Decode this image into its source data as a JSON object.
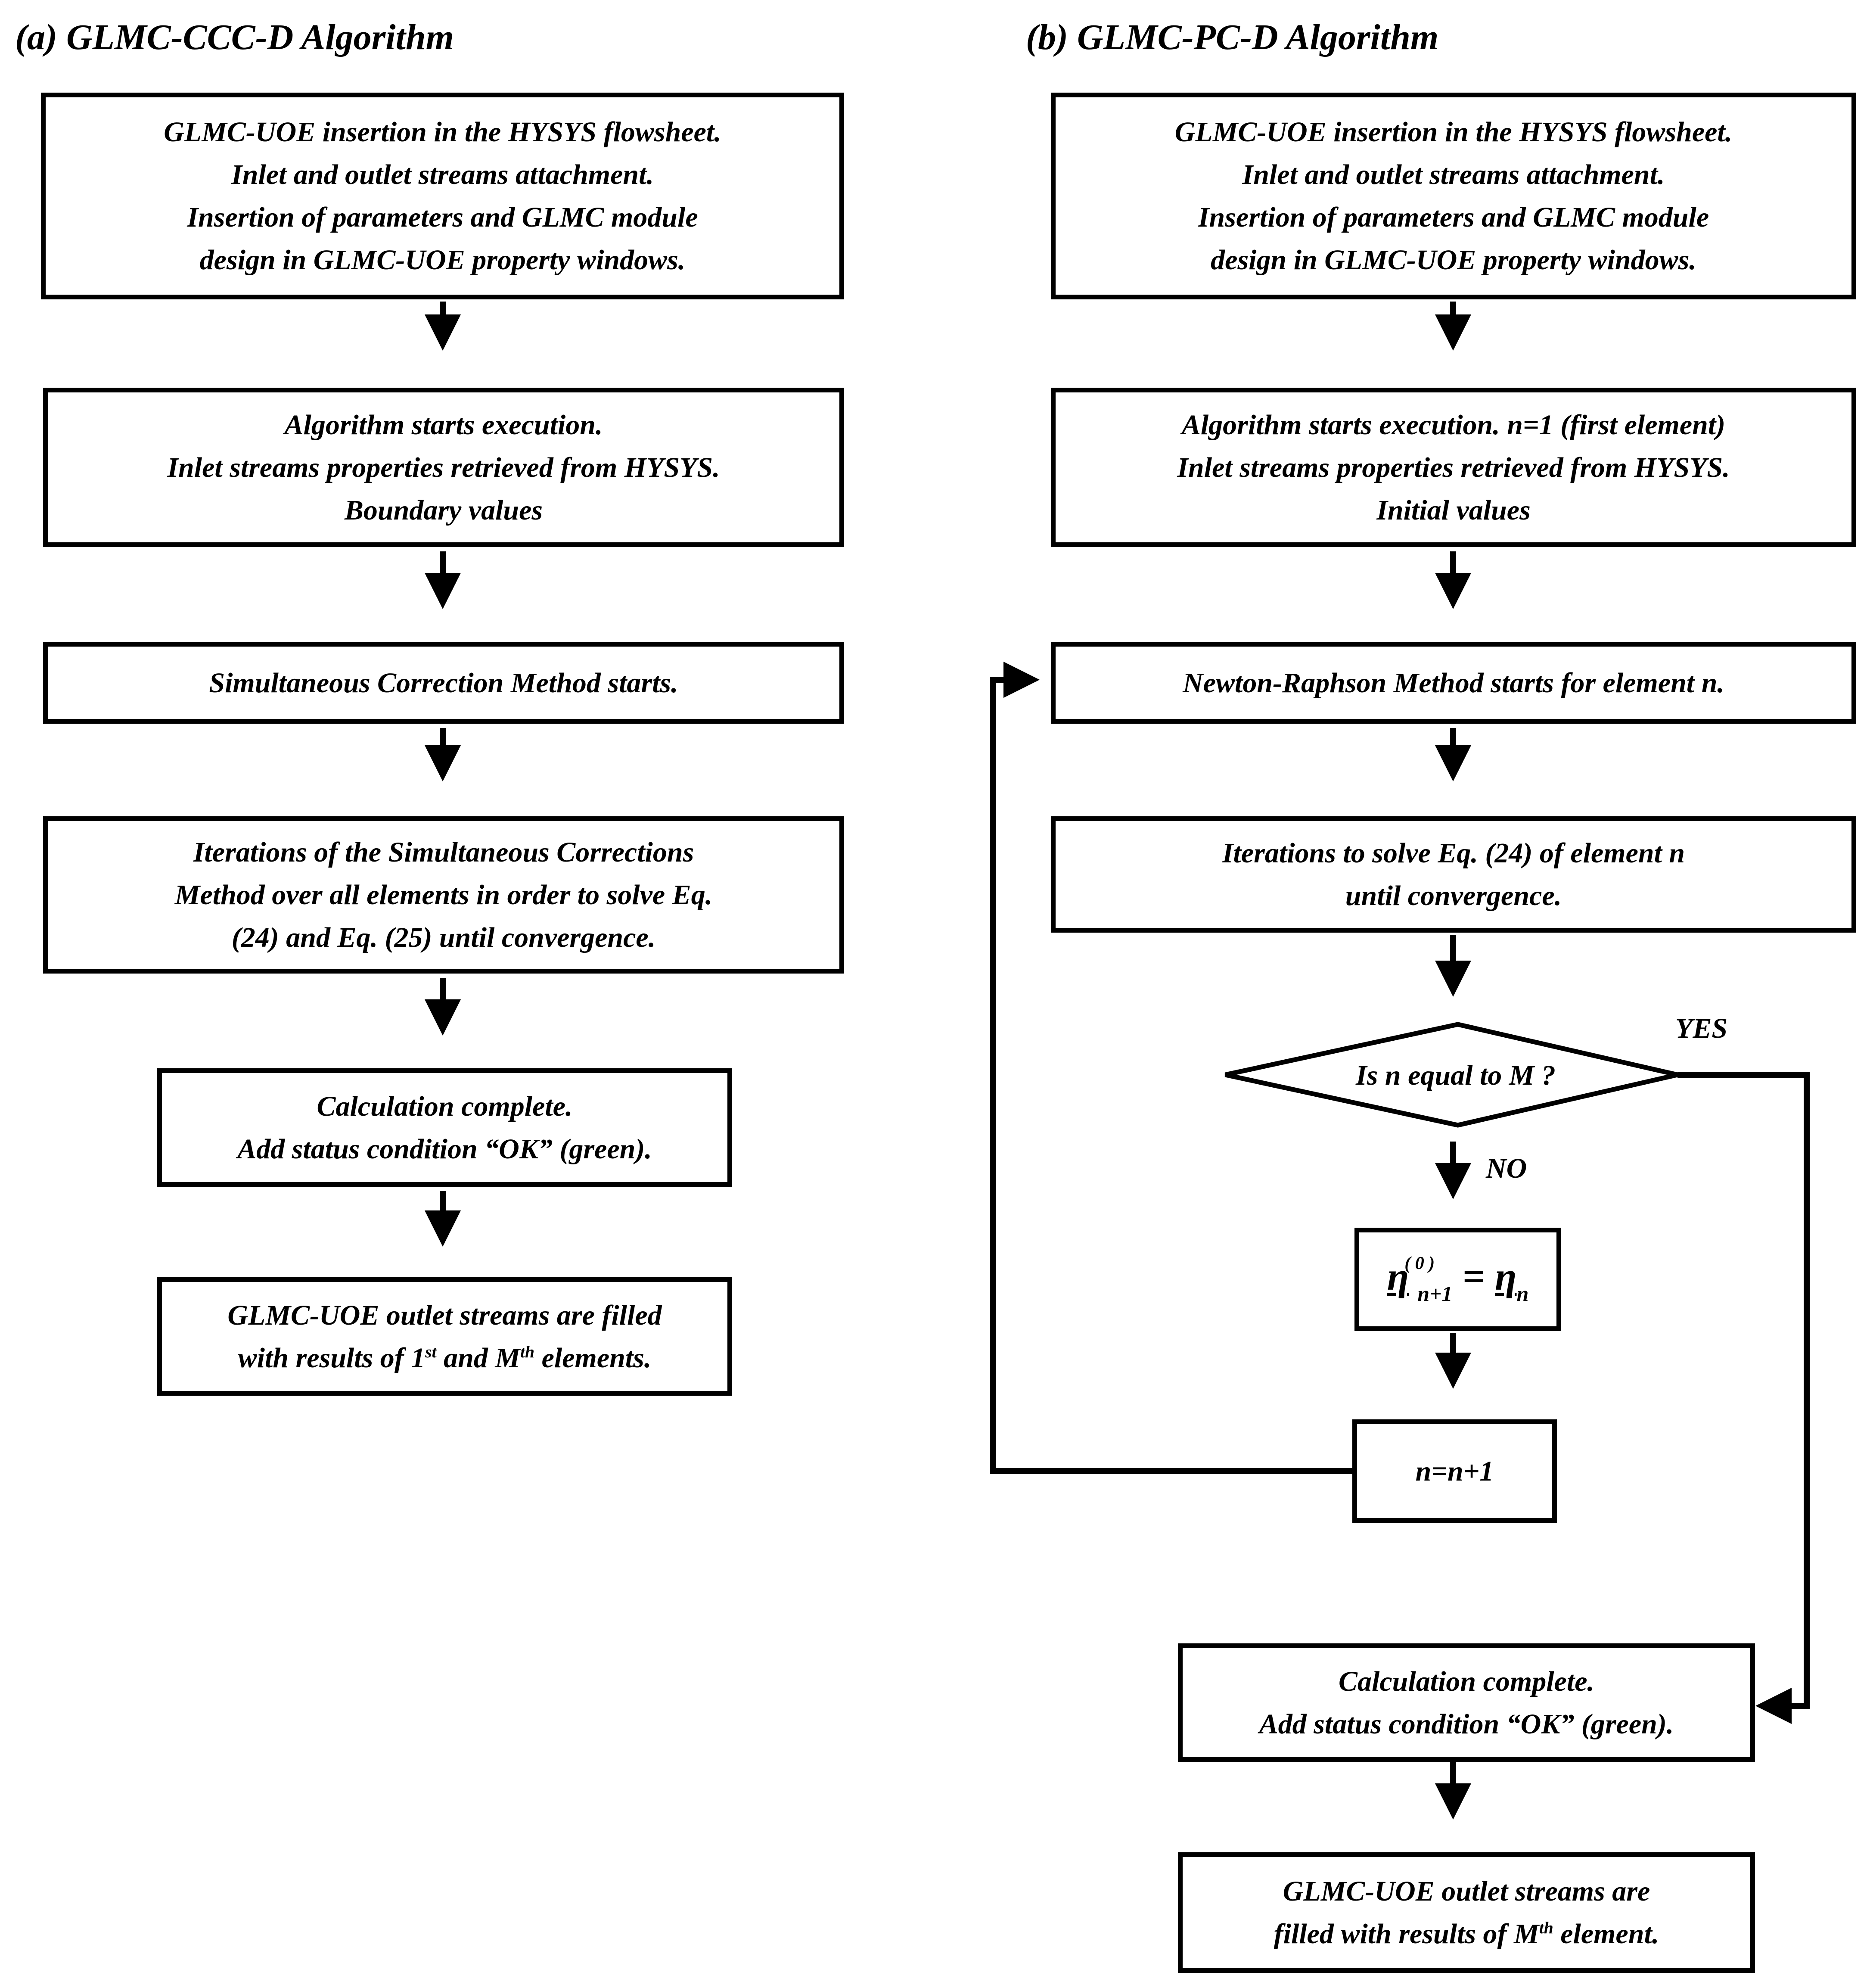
{
  "panel_a": {
    "title": "(a)  GLMC-CCC-D Algorithm",
    "box1": [
      "GLMC-UOE  insertion in the HYSYS  flowsheet.",
      "Inlet and outlet streams attachment.",
      "Insertion of parameters and GLMC module",
      "design in GLMC-UOE  property windows."
    ],
    "box2": [
      "Algorithm starts execution.",
      "Inlet streams properties retrieved from HYSYS.",
      "Boundary values"
    ],
    "box3": [
      "Simultaneous Correction Method starts."
    ],
    "box4": [
      "Iterations of the Simultaneous Corrections",
      "Method over all elements in order to solve Eq.",
      "(24) and Eq. (25) until convergence."
    ],
    "box5": [
      "Calculation complete.",
      "Add status condition “OK” (green)."
    ],
    "box6": {
      "line1": "GLMC-UOE  outlet streams are filled",
      "line2_pre": "with results of 1",
      "line2_sup1": "st",
      "line2_mid": " and M",
      "line2_sup2": "th",
      "line2_post": " elements."
    }
  },
  "panel_b": {
    "title": "(b)  GLMC-PC-D Algorithm",
    "box1": [
      "GLMC-UOE  insertion in the HYSYS  flowsheet.",
      "Inlet and outlet streams attachment.",
      "Insertion of parameters and GLMC module",
      "design in GLMC-UOE  property windows."
    ],
    "box2": [
      "Algorithm starts execution. n=1  (first element)",
      "Inlet streams properties retrieved from HYSYS.",
      "Initial values"
    ],
    "box3": [
      "Newton-Raphson Method starts for  element n."
    ],
    "box4": [
      "Iterations to solve Eq. (24)  of element  n",
      "until convergence."
    ],
    "decision": "Is n equal to M ?",
    "yes_label": "YES",
    "no_label": "NO",
    "equation": {
      "lhs_symbol": "η",
      "lhs_sup": "( 0 )",
      "lhs_sub": "n+1",
      "equals": "=",
      "rhs_symbol": "η",
      "rhs_sub": "n"
    },
    "increment": "n=n+1",
    "box5": [
      "Calculation complete.",
      "Add status condition “OK” (green)."
    ],
    "box6": {
      "line1": "GLMC-UOE  outlet streams are",
      "line2_pre": "filled with results of M",
      "line2_sup": "th",
      "line2_post": " element."
    }
  }
}
